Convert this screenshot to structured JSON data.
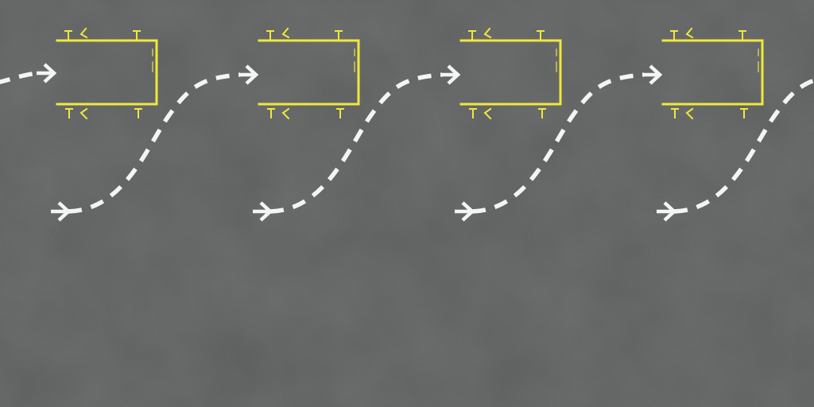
{
  "scene": {
    "type": "asphalt-road-texture",
    "surface_color": "#585a5a",
    "surface_dark": "#4f5151",
    "surface_light": "#626464",
    "marking_yellow": "#f0e83c",
    "marking_white": "#f4f4f4",
    "parking_bay_count": 4,
    "dashed_arrow_path_count": 5,
    "icons": [
      "parking-bay-outline",
      "dashed-arrow-path",
      "arrow-head-icon"
    ]
  }
}
